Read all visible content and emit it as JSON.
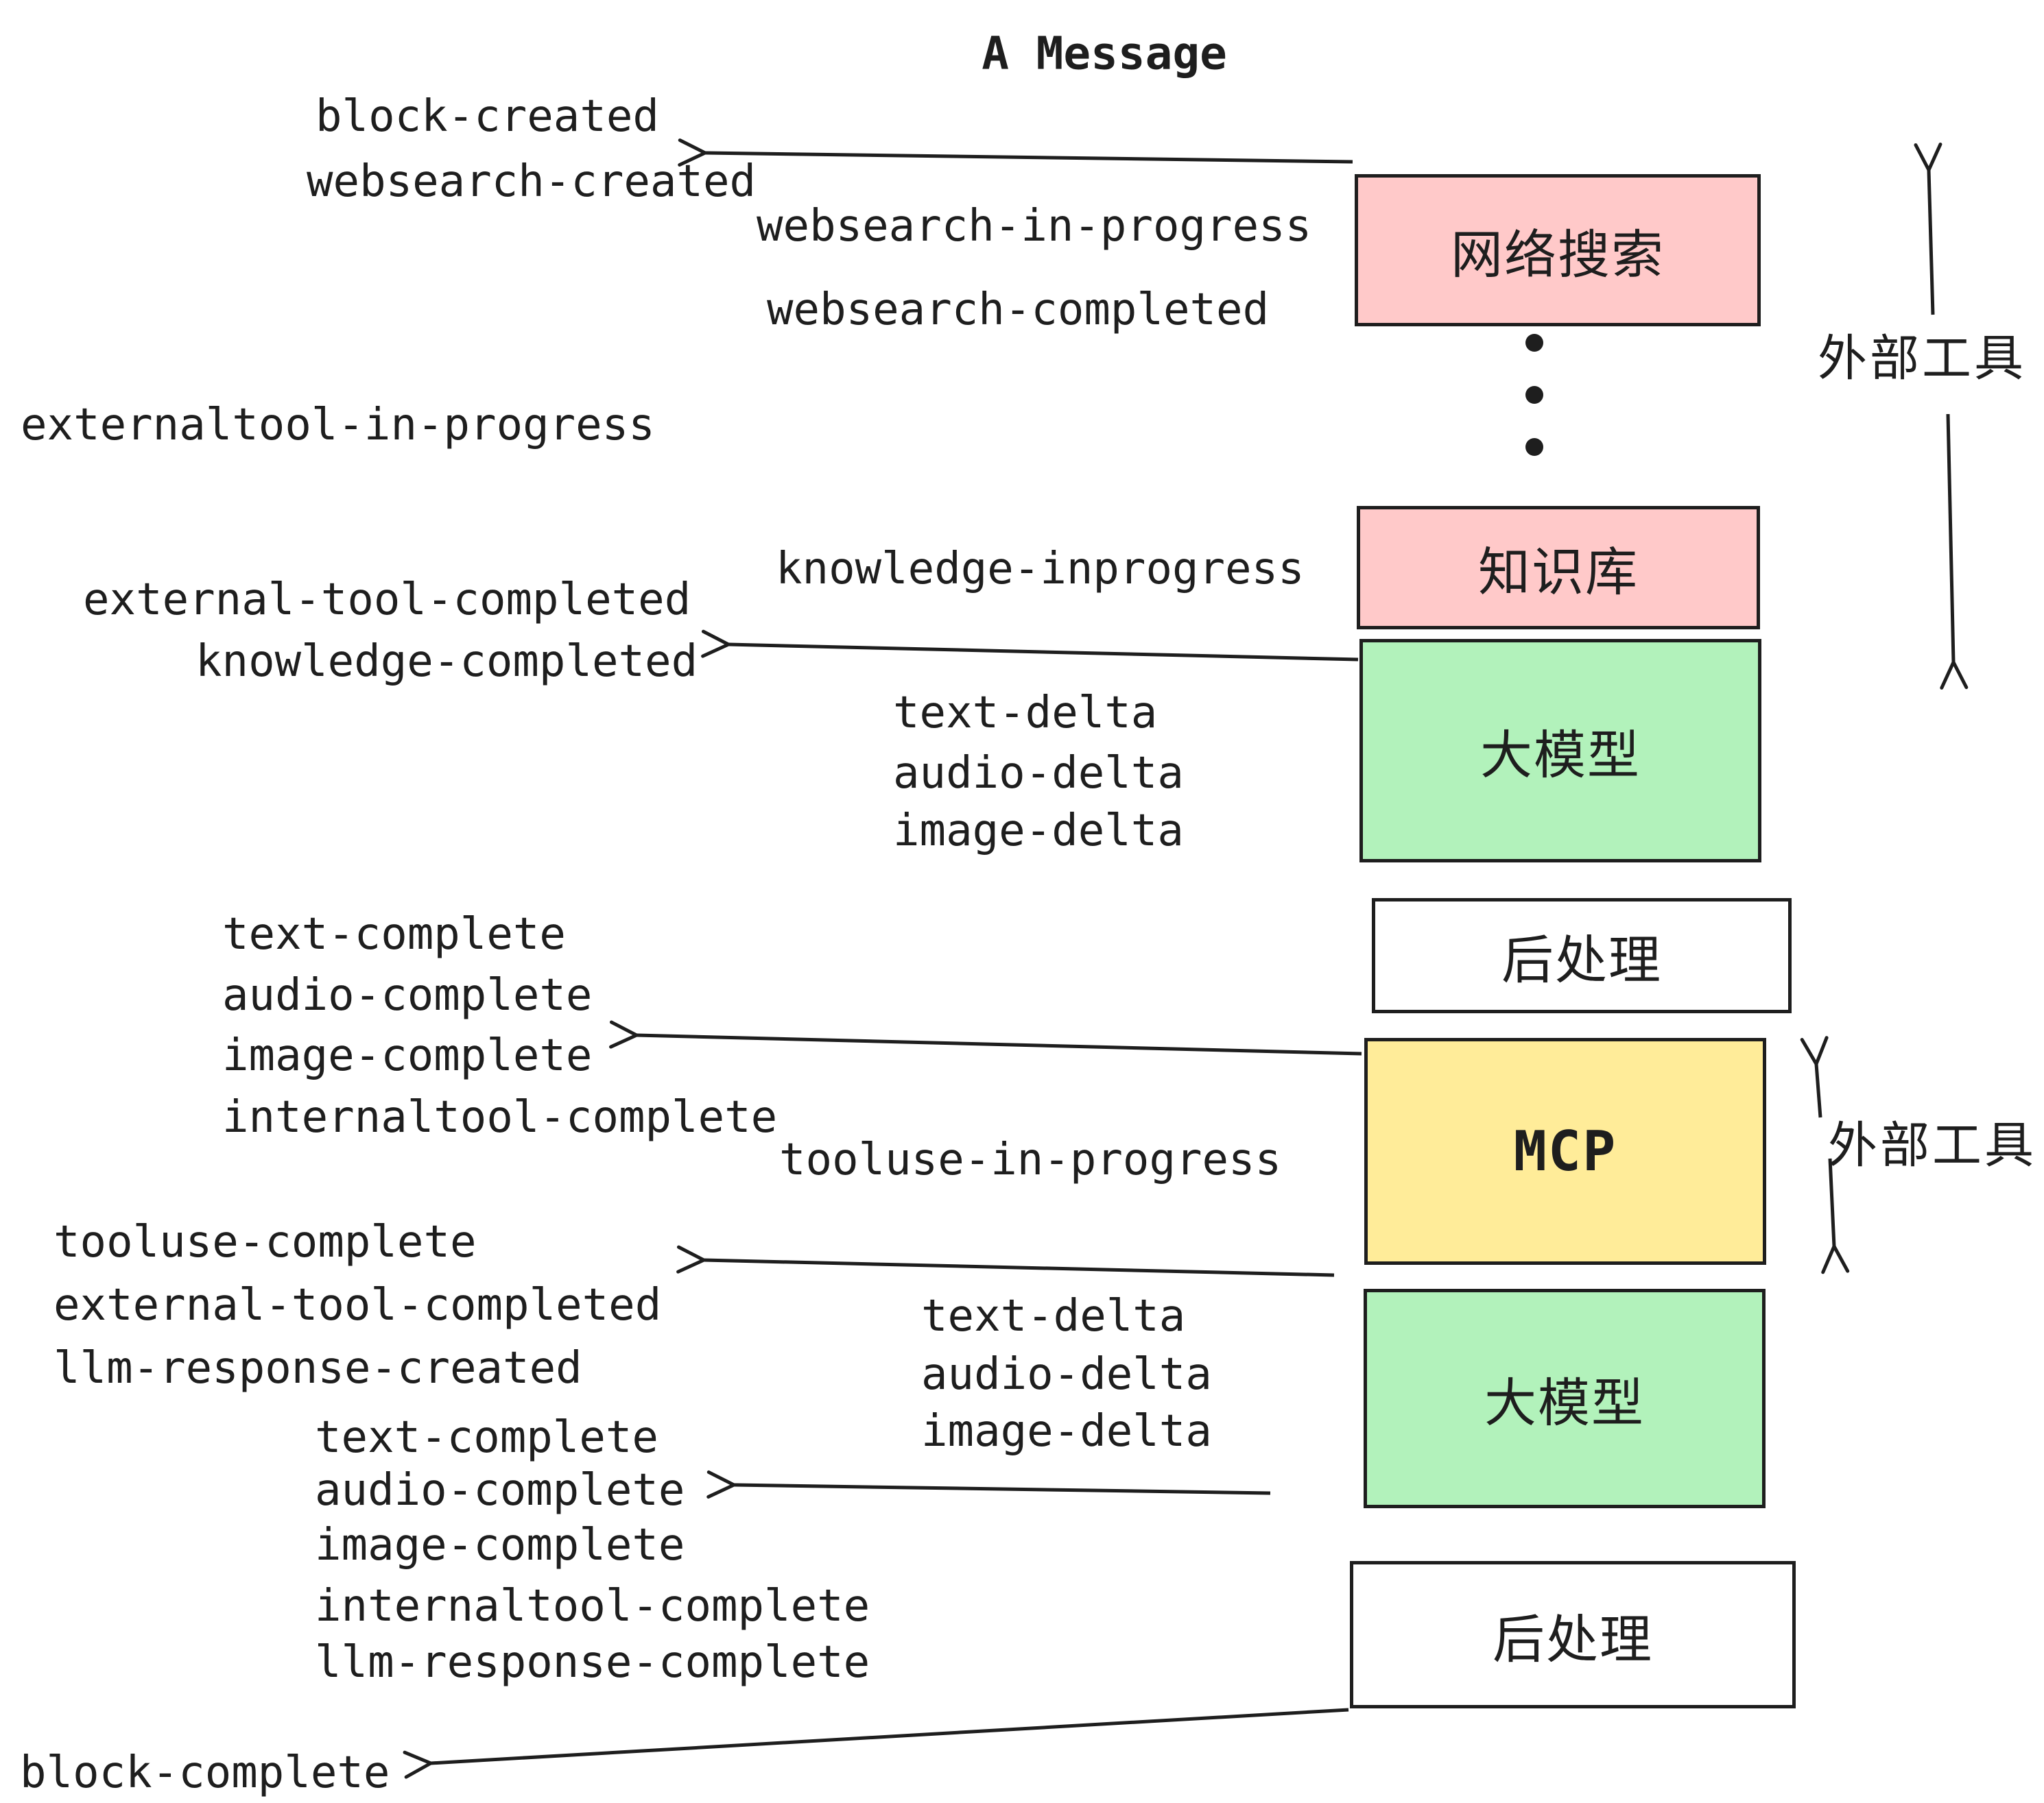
{
  "title": "A Message",
  "colors": {
    "ink": "#1E1E1E",
    "pink": "#FFC9C9",
    "green": "#B2F2BB",
    "yellow": "#FFEC99",
    "white": "#FFFFFF"
  },
  "boxes": [
    {
      "id": "websearch-tool",
      "label": "网络搜索"
    },
    {
      "id": "knowledge-base",
      "label": "知识库"
    },
    {
      "id": "llm-1",
      "label": "大模型"
    },
    {
      "id": "postprocess-1",
      "label": "后处理"
    },
    {
      "id": "mcp",
      "label": "MCP"
    },
    {
      "id": "llm-2",
      "label": "大模型"
    },
    {
      "id": "postprocess-2",
      "label": "后处理"
    }
  ],
  "side_labels": {
    "external_tools_top": "外部工具",
    "external_tools_bottom": "外部工具"
  },
  "events": {
    "block_created": "block-created",
    "websearch_created": "websearch-created",
    "websearch_in_progress": "websearch-in-progress",
    "websearch_completed": "websearch-completed",
    "externaltool_in_progress": "externaltool-in-progress",
    "external_tool_completed_1": "external-tool-completed",
    "knowledge_completed": "knowledge-completed",
    "knowledge_inprogress": "knowledge-inprogress",
    "text_delta_1": "text-delta",
    "audio_delta_1": "audio-delta",
    "image_delta_1": "image-delta",
    "text_complete_1": "text-complete",
    "audio_complete_1": "audio-complete",
    "image_complete_1": "image-complete",
    "internaltool_complete_1": "internaltool-complete",
    "tooluse_in_progress": "tooluse-in-progress",
    "tooluse_complete": "tooluse-complete",
    "external_tool_completed_2": "external-tool-completed",
    "llm_response_created": "llm-response-created",
    "text_complete_2": "text-complete",
    "audio_complete_2": "audio-complete",
    "image_complete_2": "image-complete",
    "internaltool_complete_2": "internaltool-complete",
    "llm_response_complete": "llm-response-complete",
    "block_complete": "block-complete"
  }
}
